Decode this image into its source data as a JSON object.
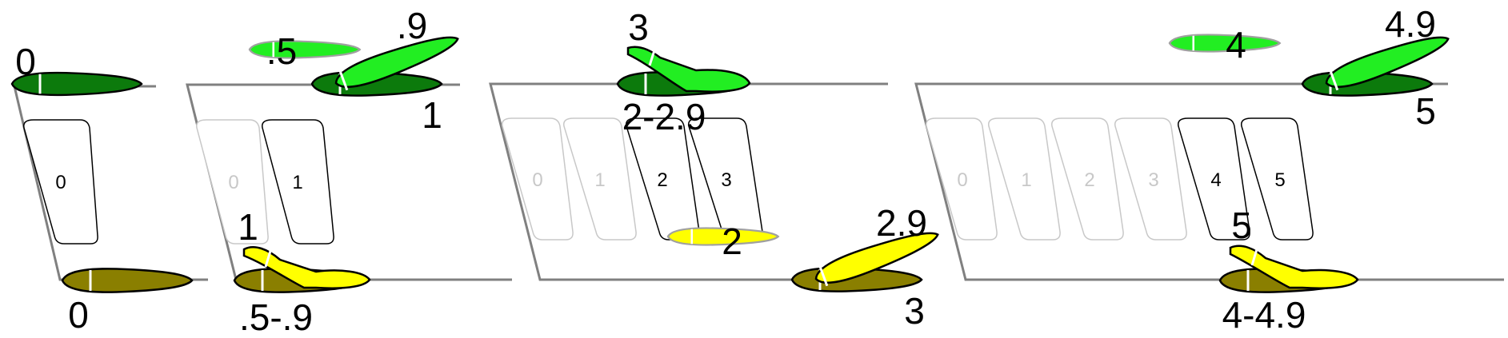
{
  "colors": {
    "dark_green": "#0c7a0c",
    "light_green": "#22ee22",
    "dark_olive": "#8a7f00",
    "yellow": "#ffff00",
    "line": "#808080",
    "faded": "#c8c8c8",
    "ghost_outline": "#a0a0a0"
  },
  "panels": [
    {
      "top_labels": [
        "0"
      ],
      "bottom_labels": [
        "0"
      ],
      "box_labels": [
        "0"
      ]
    },
    {
      "top_labels": [
        ".5",
        ".9",
        "1"
      ],
      "bottom_labels": [
        "1",
        ".5-.9"
      ],
      "box_labels": [
        "0",
        "1"
      ]
    },
    {
      "top_labels": [
        "3",
        "2-2.9"
      ],
      "bottom_labels": [
        "2",
        "2.9",
        "3"
      ],
      "box_labels": [
        "0",
        "1",
        "2",
        "3"
      ]
    },
    {
      "top_labels": [
        "4",
        "4.9",
        "5"
      ],
      "bottom_labels": [
        "5",
        "4-4.9"
      ],
      "box_labels": [
        "0",
        "1",
        "2",
        "3",
        "4",
        "5"
      ]
    }
  ]
}
